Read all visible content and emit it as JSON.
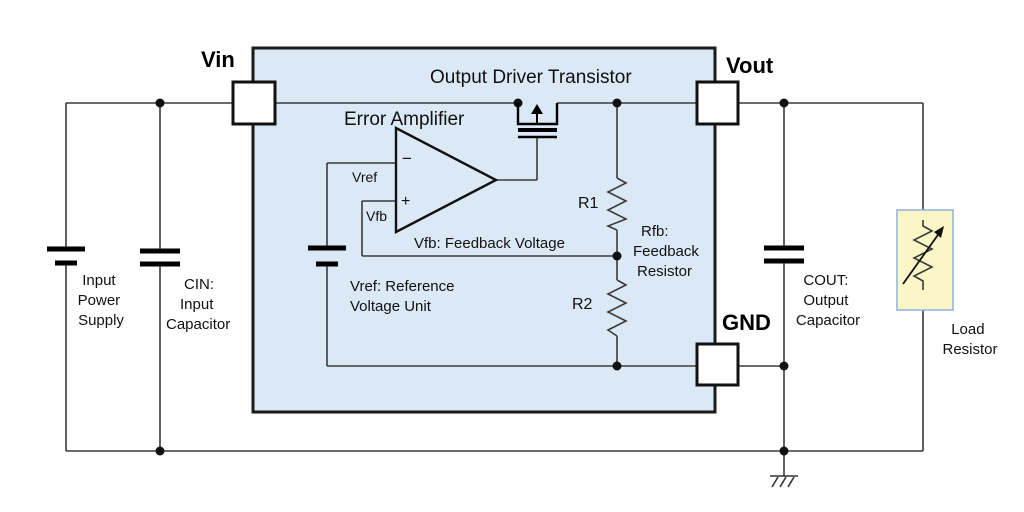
{
  "pins": {
    "vin": "Vin",
    "vout": "Vout",
    "gnd": "GND"
  },
  "labels": {
    "output_driver": "Output Driver Transistor",
    "error_amp": "Error Amplifier",
    "minus": "−",
    "plus": "+",
    "vref_in": "Vref",
    "vfb_in": "Vfb",
    "feedback_voltage": "Vfb: Feedback Voltage",
    "r1": "R1",
    "r2": "R2",
    "rfb": [
      "Rfb:",
      "Feedback",
      "Resistor"
    ],
    "vref_unit": [
      "Vref: Reference",
      "Voltage Unit"
    ],
    "input_supply": [
      "Input",
      "Power",
      "Supply"
    ],
    "cin": [
      "CIN:",
      "Input",
      "Capacitor"
    ],
    "cout": [
      "COUT:",
      "Output",
      "Capacitor"
    ],
    "load": [
      "Load",
      "Resistor"
    ]
  },
  "colors": {
    "ic_fill": "#dbe9f6",
    "ic_border": "#1a1a1a",
    "load_fill": "#fbf6c6",
    "load_border": "#8fb4d6",
    "wire": "#3a3a3a"
  }
}
